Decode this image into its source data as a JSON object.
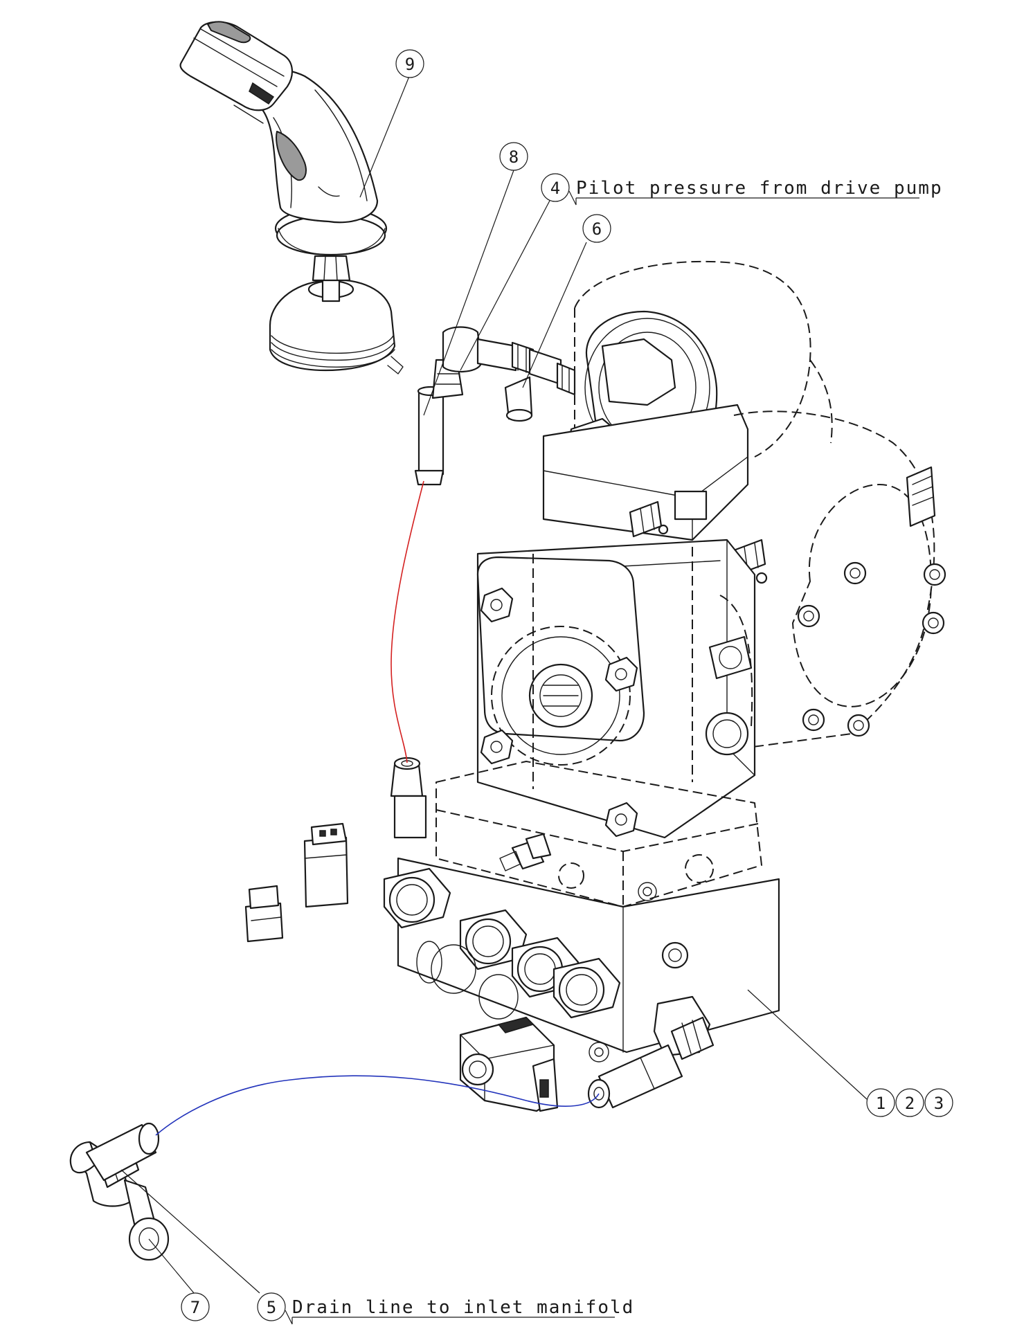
{
  "balloons": {
    "b1": "1",
    "b2": "2",
    "b3": "3",
    "b4": "4",
    "b5": "5",
    "b6": "6",
    "b7": "7",
    "b8": "8",
    "b9": "9"
  },
  "labels": {
    "pilot": "Pilot pressure from drive pump",
    "drain": "Drain line to inlet manifold"
  },
  "colors": {
    "pilot_line": "#d42020",
    "drain_line": "#2233bb"
  }
}
